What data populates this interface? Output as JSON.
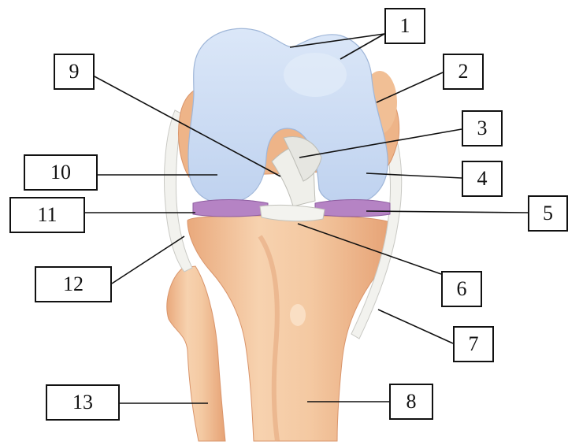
{
  "labels": {
    "l1": "1",
    "l2": "2",
    "l3": "3",
    "l4": "4",
    "l5": "5",
    "l6": "6",
    "l7": "7",
    "l8": "8",
    "l9": "9",
    "l10": "10",
    "l11": "11",
    "l12": "12",
    "l13": "13"
  },
  "colors": {
    "cartilage": "#c9daf2",
    "bone": "#f3c9a3",
    "bone_shadow": "#e3a57a",
    "meniscus": "#b07fc0",
    "ligament": "#eeeeea",
    "leader_line": "#111111"
  }
}
